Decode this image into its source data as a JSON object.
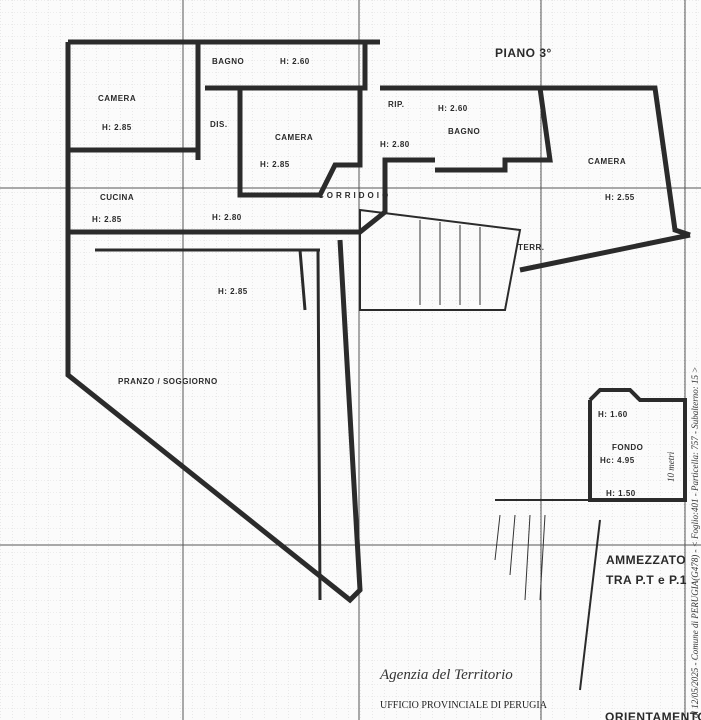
{
  "plan": {
    "floor_title": "PIANO 3°",
    "rooms": [
      {
        "name": "CAMERA",
        "height": "H: 2.85"
      },
      {
        "name": "BAGNO",
        "height": "H: 2.60"
      },
      {
        "name": "DIS.",
        "height": ""
      },
      {
        "name": "CAMERA",
        "height": "H: 2.85"
      },
      {
        "name": "RIP.",
        "height": "H: 2.80"
      },
      {
        "name": "BAGNO",
        "height": "H: 2.60"
      },
      {
        "name": "CAMERA",
        "height": "H: 2.55"
      },
      {
        "name": "CUCINA",
        "height": "H: 2.85"
      },
      {
        "name": "CORRIDOIO",
        "height": "H: 2.80"
      },
      {
        "name": "PRANZO / SOGGIORNO",
        "height": "H: 2.85"
      },
      {
        "name": "TERR.",
        "height": ""
      }
    ],
    "mezzanine": {
      "room": "FONDO",
      "height_top": "H: 1.60",
      "height_mid": "Hc: 4.95",
      "height_bottom": "H: 1.50",
      "title_line1": "AMMEZZATO",
      "title_line2": "TRA P.T e P.1"
    },
    "scale_label": "10 metri",
    "orientation_label": "ORIENTAMENTO"
  },
  "stamp": {
    "agency": "Agenzia del Territorio",
    "office": "UFFICIO PROVINCIALE DI PERUGIA"
  },
  "margin_text": "al 12/05/2025 - Comune di PERUGIA(G478) - < Foglio:401 - Particella: 757 - Subalterno: 15 >"
}
